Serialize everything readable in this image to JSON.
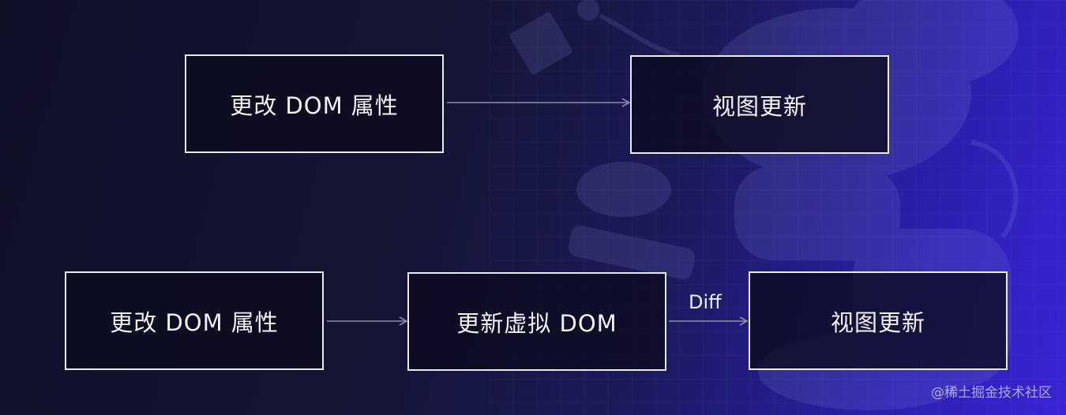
{
  "diagram": {
    "row1": {
      "source": "更改 DOM 属性",
      "target": "视图更新"
    },
    "row2": {
      "source": "更改 DOM 属性",
      "middle": "更新虚拟 DOM",
      "diff_label": "Diff",
      "target": "视图更新"
    }
  },
  "watermark": "@稀土掘金技术社区",
  "colors": {
    "box_border": "#e9e9f2",
    "arrow": "#8e8ea6",
    "text": "#f2f2f7"
  }
}
